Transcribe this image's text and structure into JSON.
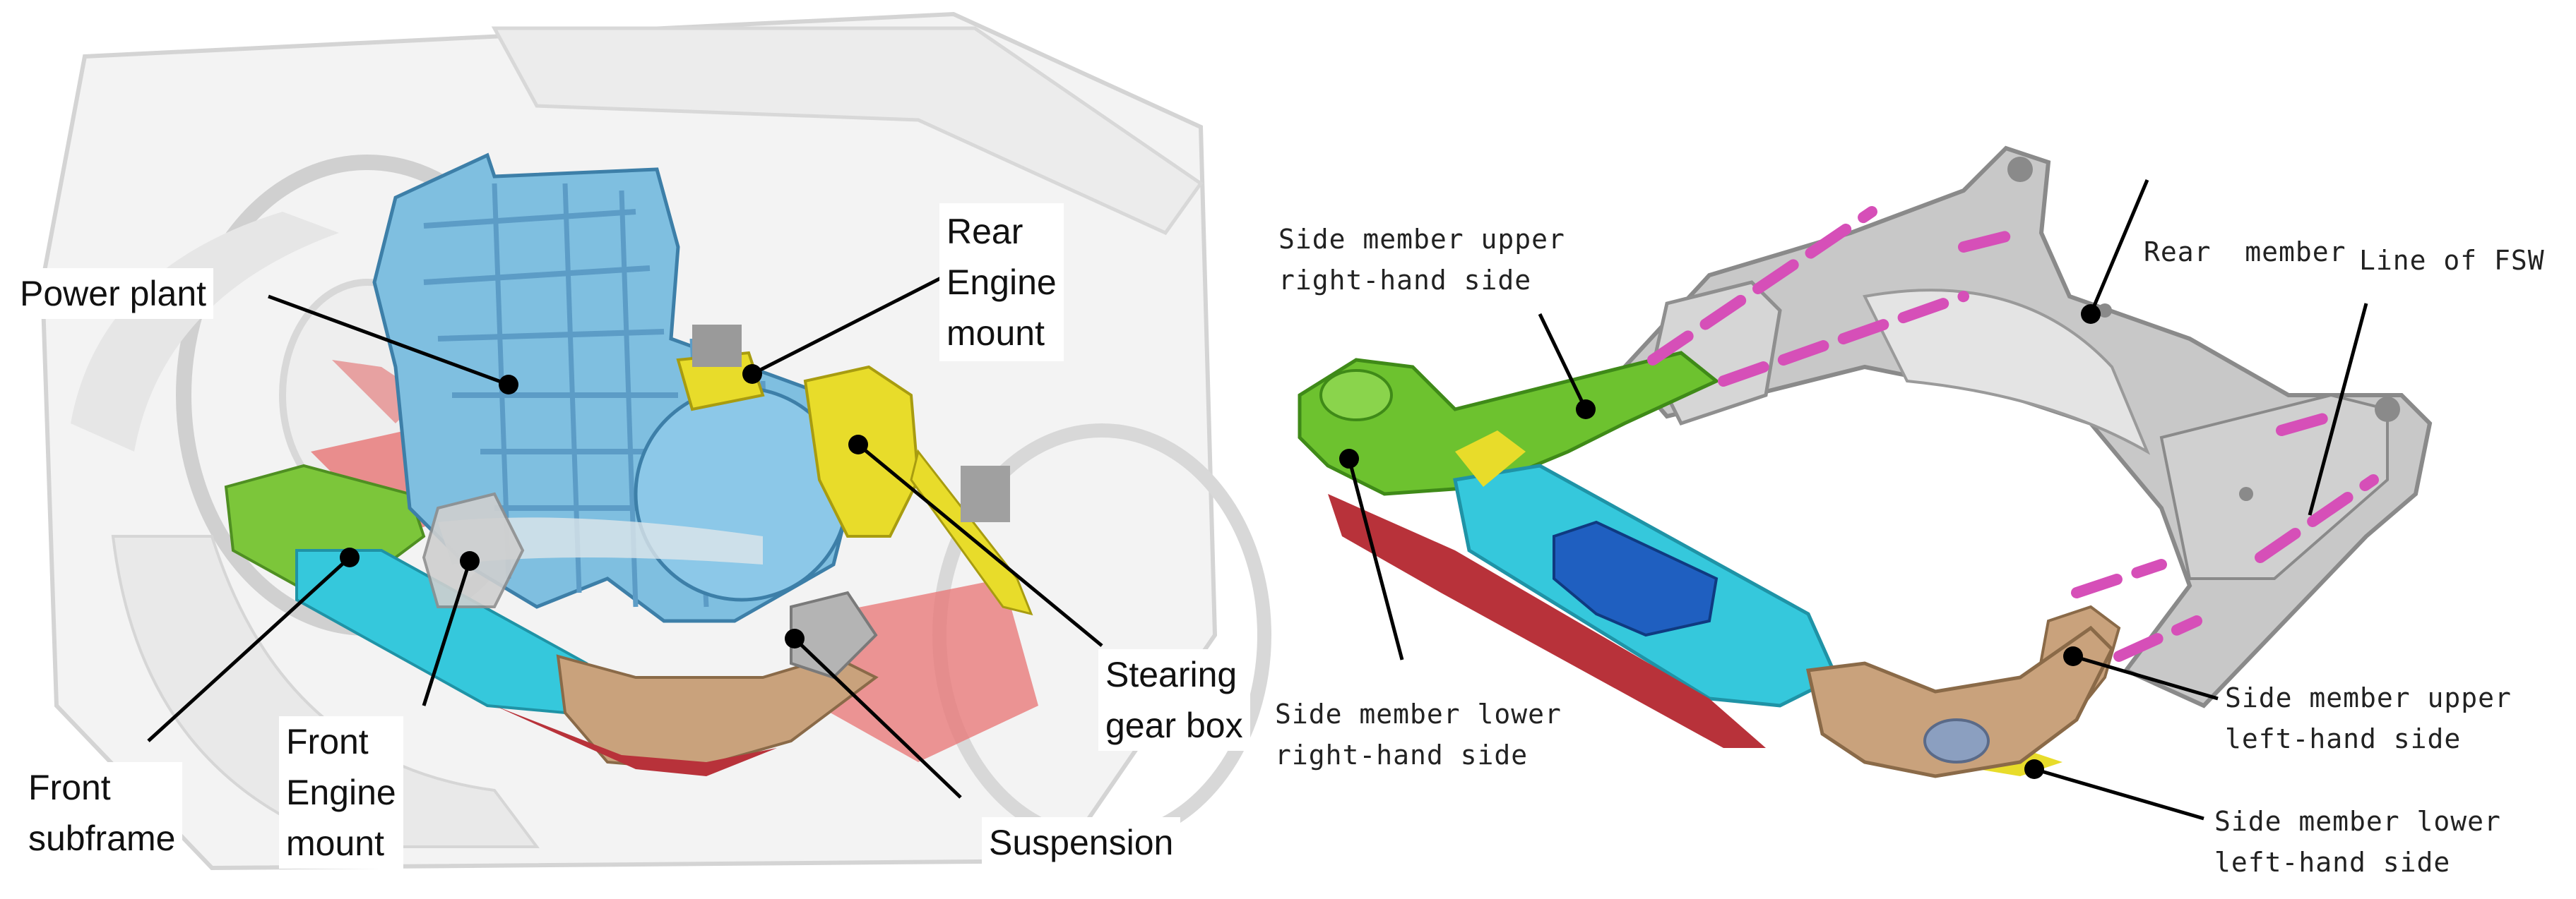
{
  "left_panel": {
    "labels": {
      "power_plant": "Power plant",
      "rear_engine_mount": [
        "Rear",
        "Engine",
        "mount"
      ],
      "front_subframe": [
        "Front",
        "subframe"
      ],
      "front_engine_mount": [
        "Front",
        "Engine",
        "mount"
      ],
      "stearing_gear_box": [
        "Stearing",
        "gear box"
      ],
      "suspension": "Suspension"
    }
  },
  "right_panel": {
    "labels": {
      "side_member_upper_rh": [
        "Side member upper",
        "right-hand side"
      ],
      "rear_member": "Rear  member",
      "line_of_fsw": "Line of FSW",
      "side_member_lower_rh": [
        "Side member lower",
        "right-hand side"
      ],
      "side_member_upper_lh": [
        "Side member upper",
        "left-hand side"
      ],
      "side_member_lower_lh": [
        "Side member lower",
        "left-hand side"
      ]
    }
  },
  "colors": {
    "power_plant": "#7fbfe0",
    "front_subframe_green": "#7cc63a",
    "cyan_member": "#35c8dc",
    "tan_member": "#c9a27c",
    "yellow_gearbox": "#e8dc2a",
    "red_suspension": "#e87b7b",
    "grey_rear_member": "#c8c8c8",
    "fsw_line": "#d64fb8",
    "blue_bracket": "#1f5fc0"
  }
}
